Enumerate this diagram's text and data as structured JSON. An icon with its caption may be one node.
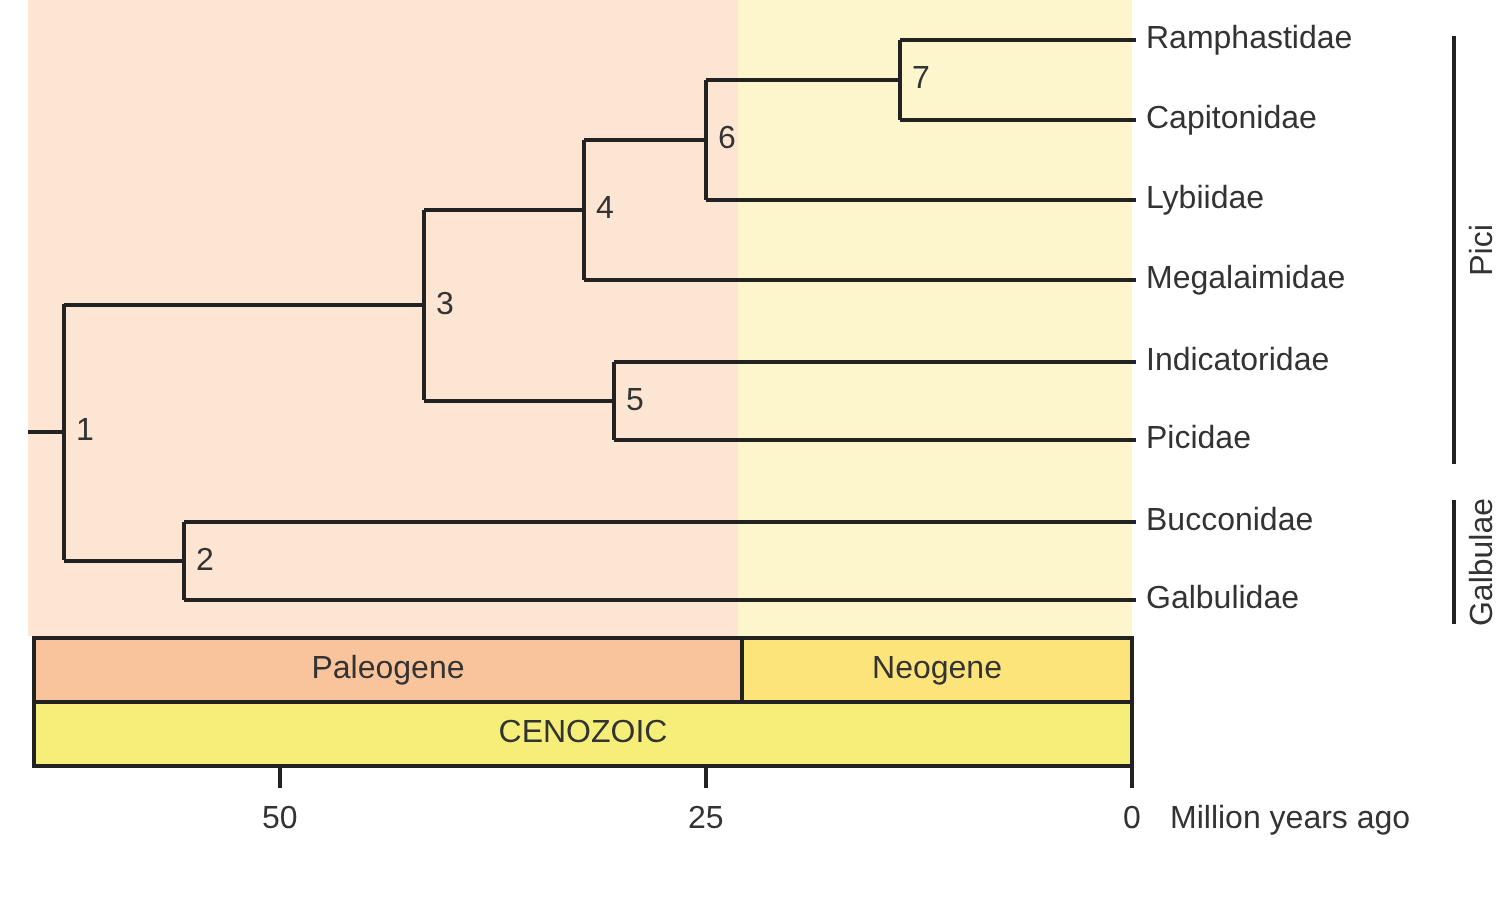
{
  "diagram": {
    "nodes": [
      {
        "text": [
          "1"
        ]
      },
      {
        "text": [
          "2"
        ]
      },
      {
        "text": [
          "3"
        ]
      },
      {
        "text": [
          "4"
        ]
      },
      {
        "text": [
          "5"
        ]
      },
      {
        "text": [
          "6"
        ]
      },
      {
        "text": [
          "7"
        ]
      },
      {
        "text": [
          "Ramphastidae"
        ]
      },
      {
        "text": [
          "Capitonidae"
        ]
      },
      {
        "text": [
          "Lybiidae"
        ]
      },
      {
        "text": [
          "Megalaimidae"
        ]
      },
      {
        "text": [
          "Indicatoridae"
        ]
      },
      {
        "text": [
          "Picidae"
        ]
      },
      {
        "text": [
          "Bucconidae"
        ]
      },
      {
        "text": [
          "Galbulidae"
        ]
      },
      {
        "text": [
          "Paleogene"
        ]
      },
      {
        "text": [
          "Neogene"
        ]
      },
      {
        "text": [
          "CENOZOIC"
        ]
      }
    ],
    "edges": [
      {
        "from": null,
        "to": 0,
        "arrow": "none"
      },
      {
        "from": 0,
        "to": 2,
        "arrow": "none"
      },
      {
        "from": 0,
        "to": 1,
        "arrow": "none"
      },
      {
        "from": 2,
        "to": 3,
        "arrow": "none"
      },
      {
        "from": 2,
        "to": 4,
        "arrow": "none"
      },
      {
        "from": 3,
        "to": 5,
        "arrow": "none"
      },
      {
        "from": 3,
        "to": 10,
        "arrow": "none"
      },
      {
        "from": 5,
        "to": 6,
        "arrow": "none"
      },
      {
        "from": 5,
        "to": 9,
        "arrow": "none"
      },
      {
        "from": 6,
        "to": 7,
        "arrow": "none"
      },
      {
        "from": 6,
        "to": 8,
        "arrow": "none"
      },
      {
        "from": 4,
        "to": 11,
        "arrow": "none"
      },
      {
        "from": 4,
        "to": 12,
        "arrow": "none"
      },
      {
        "from": 1,
        "to": 13,
        "arrow": "none"
      },
      {
        "from": 1,
        "to": 14,
        "arrow": "none"
      }
    ],
    "labels": [
      "Pici",
      "Galbulae",
      "50",
      "25",
      "0",
      "Million years ago"
    ]
  }
}
